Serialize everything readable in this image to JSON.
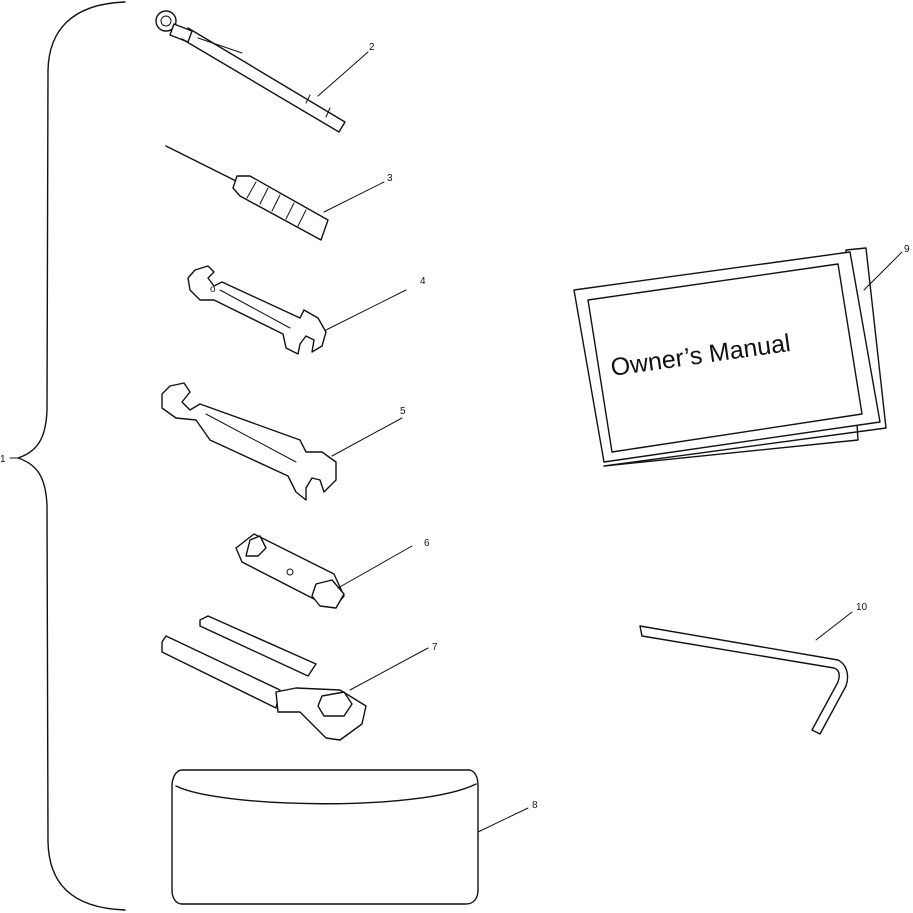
{
  "callouts": {
    "c1": "1",
    "c2": "2",
    "c3": "3",
    "c4": "4",
    "c5": "5",
    "c6": "6",
    "c7": "7",
    "c8": "8",
    "c9": "9",
    "c10": "10"
  },
  "manual_title": "Owner’s Manual",
  "parts": [
    {
      "callout": "1",
      "icon": "tool-kit-brace-icon"
    },
    {
      "callout": "2",
      "icon": "tire-pressure-gauge-icon"
    },
    {
      "callout": "3",
      "icon": "screwdriver-icon"
    },
    {
      "callout": "4",
      "icon": "small-open-end-wrench-icon"
    },
    {
      "callout": "5",
      "icon": "large-open-end-wrench-icon"
    },
    {
      "callout": "6",
      "icon": "spark-plug-socket-icon"
    },
    {
      "callout": "7",
      "icon": "socket-wrench-handle-icon"
    },
    {
      "callout": "8",
      "icon": "tool-pouch-icon"
    },
    {
      "callout": "9",
      "icon": "owners-manual-icon"
    },
    {
      "callout": "10",
      "icon": "hex-key-icon"
    }
  ]
}
